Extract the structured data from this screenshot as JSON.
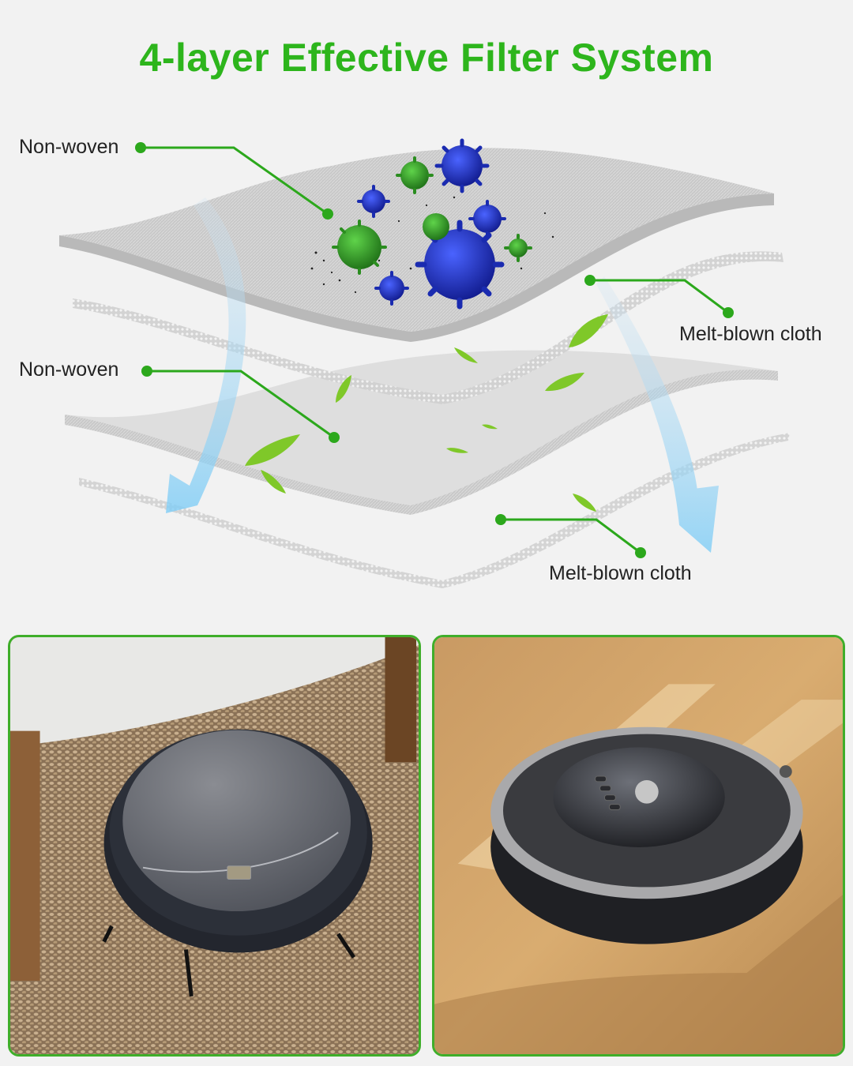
{
  "title": "4-layer Effective Filter System",
  "colors": {
    "title_green": "#2db51c",
    "callout_green": "#2ca81c",
    "border_green": "#3fae2a",
    "background": "#f2f2f2",
    "airflow_blue": "#8fd3f6",
    "virus_blue": "#1e2fc8",
    "virus_green": "#2e9e24"
  },
  "diagram": {
    "layers": [
      {
        "index": 1,
        "name": "Non-woven",
        "label_side": "left"
      },
      {
        "index": 2,
        "name": "Melt-blown cloth",
        "label_side": "right"
      },
      {
        "index": 3,
        "name": "Non-woven",
        "label_side": "left"
      },
      {
        "index": 4,
        "name": "Melt-blown cloth",
        "label_side": "right"
      }
    ],
    "labels": {
      "layer1": "Non-woven",
      "layer2": "Melt-blown cloth",
      "layer3": "Non-woven",
      "layer4": "Melt-blown cloth"
    },
    "illustrations": [
      "virus-particles",
      "dust-particles",
      "leaves",
      "airflow-arrows"
    ]
  },
  "photos": [
    {
      "name": "robot-vacuum-on-carpet",
      "description": "Dark grey robot vacuum on woven jute rug under table"
    },
    {
      "name": "robot-vacuum-on-wood-floor",
      "description": "Black and silver robot vacuum on sunlit hardwood floor"
    }
  ]
}
